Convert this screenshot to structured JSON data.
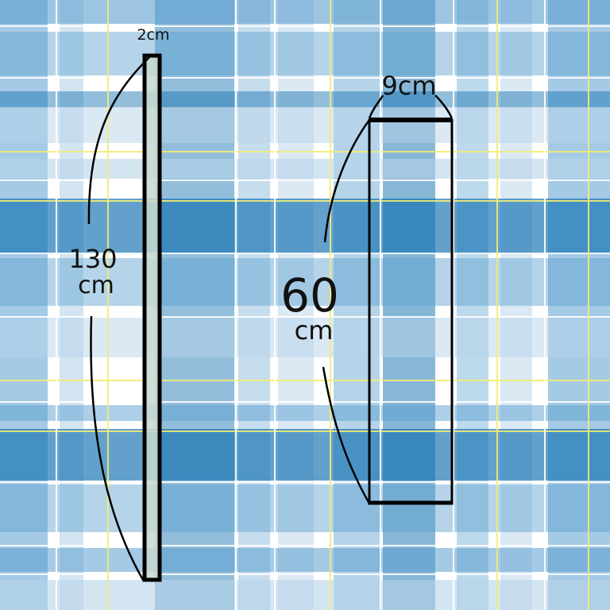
{
  "colors": {
    "plaid_dark": "#0f6fb0",
    "plaid_mid": "#5b9fcf",
    "plaid_light": "#b7d3ea",
    "plaid_white": "#ffffff",
    "plaid_thread": "#f1ec73",
    "outline": "#000000",
    "strip_fill": "#c8d8d0"
  },
  "shapes": [
    {
      "name": "thin-strip",
      "width_label": "2cm",
      "length_label_line1": "130",
      "length_label_line2": "cm"
    },
    {
      "name": "wide-rectangle",
      "width_label": "9cm",
      "length_label_line1": "60",
      "length_label_line2": "cm"
    }
  ]
}
